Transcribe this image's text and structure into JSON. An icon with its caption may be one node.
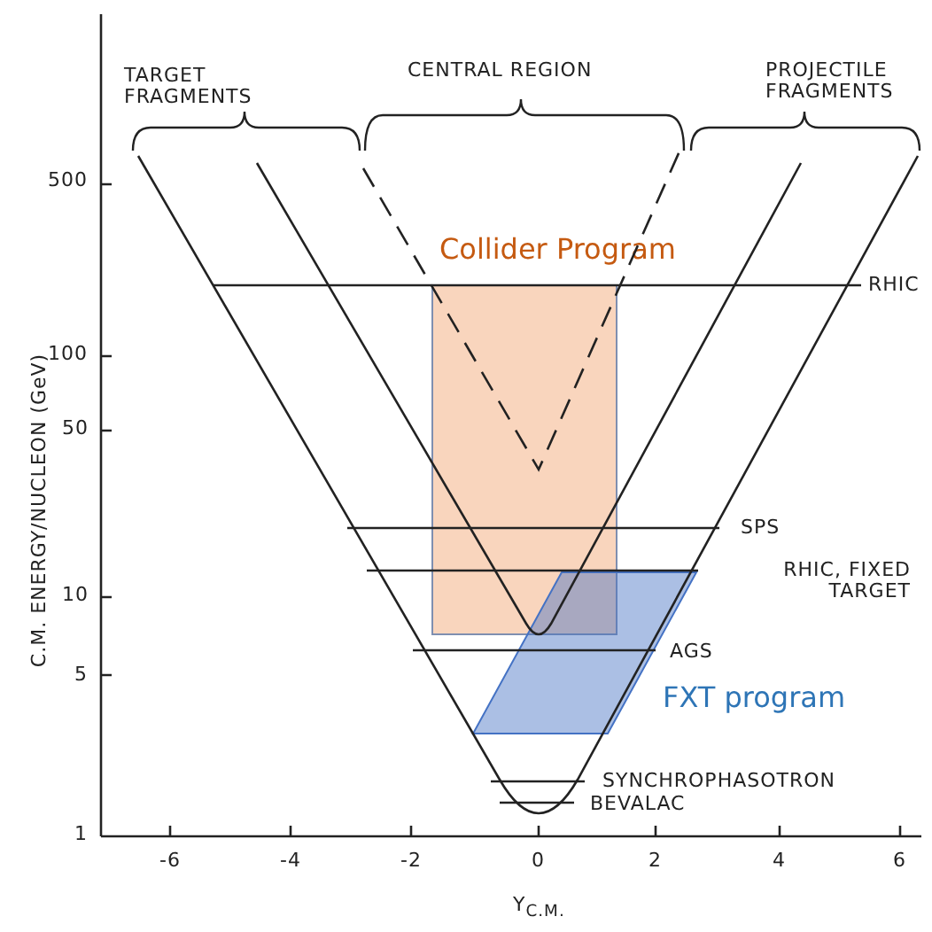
{
  "diagram": {
    "nodes": [
      {
        "text": [
          "Collider Program"
        ]
      },
      {
        "text": [
          "FXT program"
        ]
      }
    ],
    "labels": [
      "TARGET FRAGMENTS",
      "CENTRAL REGION",
      "PROJECTILE FRAGMENTS",
      "500",
      "RHIC",
      "100",
      "50",
      "SPS",
      "RHIC, FIXED TARGET",
      "10",
      "AGS",
      "5",
      "SYNCHROPHASOTRON",
      "BEVALAC",
      "1",
      "-6",
      "-4",
      "-2",
      "0",
      "2",
      "4",
      "6",
      "C.M. ENERGY/NUCLEON (GeV)",
      "Y$_{C.M.}$"
    ]
  }
}
